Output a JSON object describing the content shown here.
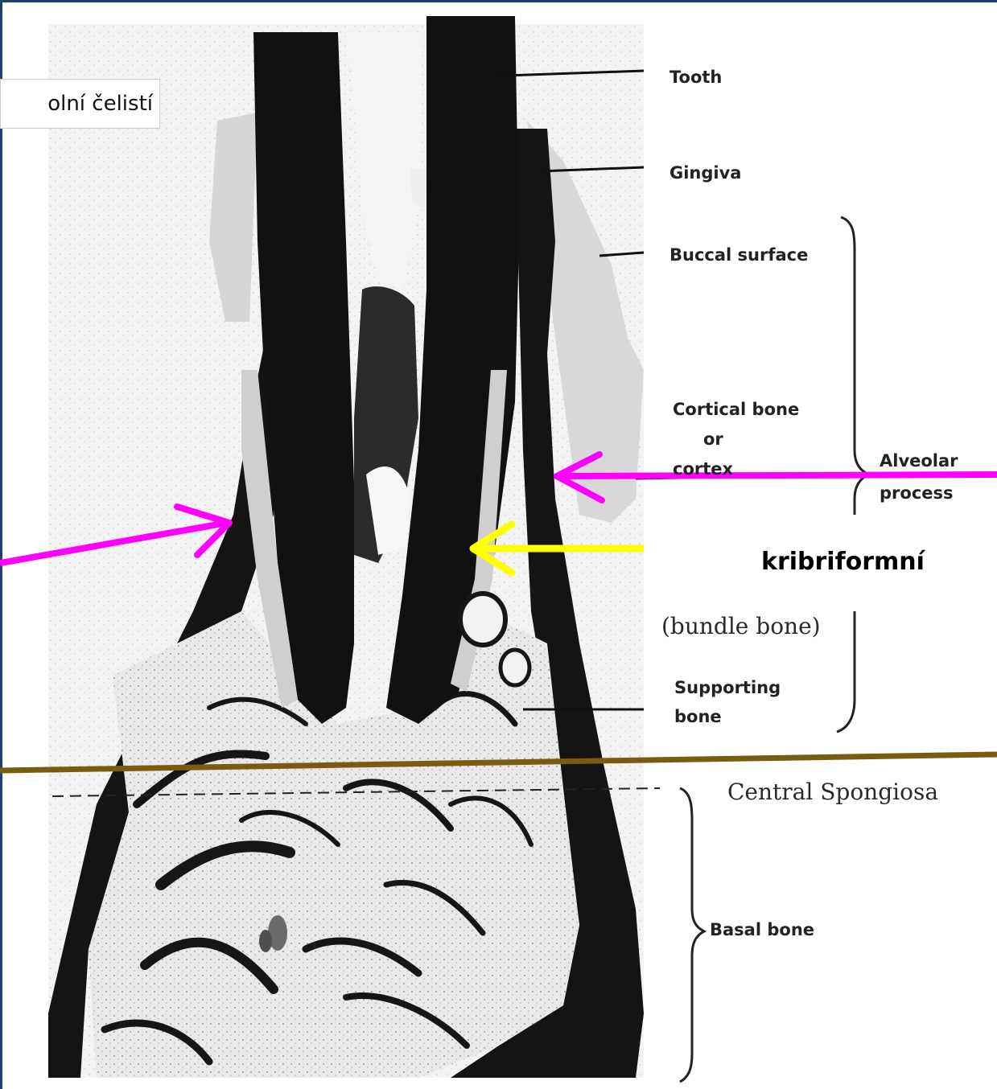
{
  "callout": {
    "text": "olní čelistí"
  },
  "labels": {
    "tooth": "Tooth",
    "gingiva": "Gingiva",
    "buccal_surface": "Buccal surface",
    "cortical_bone_1": "Cortical bone",
    "cortical_bone_2": "or",
    "cortical_bone_3": "cortex",
    "alveolar_1": "Alveolar",
    "alveolar_2": "process",
    "kribriformni": "kribriformní",
    "bundle_bone": "(bundle bone)",
    "supporting_1": "Supporting",
    "supporting_2": "bone",
    "central_spongiosa": "Central Spongiosa",
    "basal_bone": "Basal bone"
  },
  "colors": {
    "frame": "#1f3f70",
    "arrow_magenta": "#ff00ff",
    "arrow_yellow": "#ffff00",
    "divider": "#7a5c10",
    "bone_dark": "#1a1a1a",
    "spongy": "#e4e4e4"
  }
}
